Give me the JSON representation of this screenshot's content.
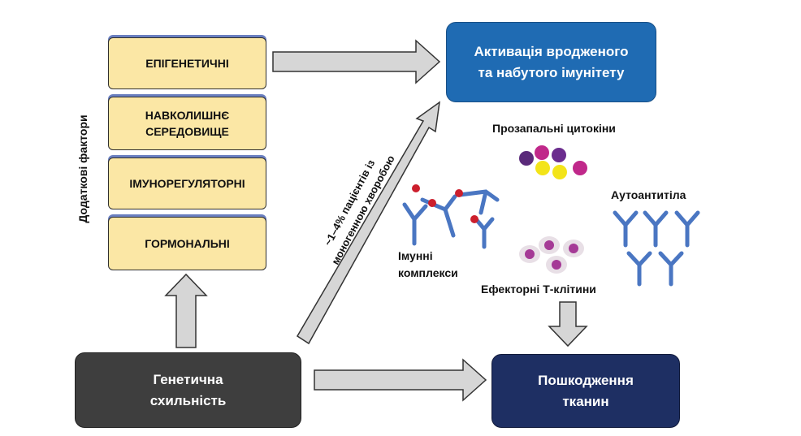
{
  "factors": {
    "side_label": "Додаткові фактори",
    "items": [
      "ЕПІГЕНЕТИЧНІ",
      "НАВКОЛИШНЄ\nСЕРЕДОВИЩЕ",
      "ІМУНОРЕГУЛЯТОРНІ",
      "ГОРМОНАЛЬНІ"
    ]
  },
  "activation_box": "Активація вродженого\nта набутого імунітету",
  "genetic_box": "Генетична\nсхильність",
  "damage_box": "Пошкодження\nтканин",
  "monogenic_label": "~1–4% пацієнтів із\nмоногенною хворобою",
  "labels": {
    "cytokines": "Прозапальні цитокіни",
    "immune_complexes": "Імунні\nкомплекси",
    "effector_t_cells": "Ефекторні Т-клітини",
    "autoantibodies": "Аутоантитіла"
  },
  "colors": {
    "factor_fill": "#fbe7a5",
    "activation_fill": "#1f6bb3",
    "genetic_fill": "#3e3e3e",
    "damage_fill": "#1e2f63",
    "arrow_fill": "#d6d6d6",
    "antibody": "#4a76c2",
    "antigen": "#cc1f2d",
    "t_cell": "#a53a96",
    "cytokine_purple": "#5a2a7a",
    "cytokine_magenta": "#c0288a",
    "cytokine_yellow": "#f3e419"
  }
}
